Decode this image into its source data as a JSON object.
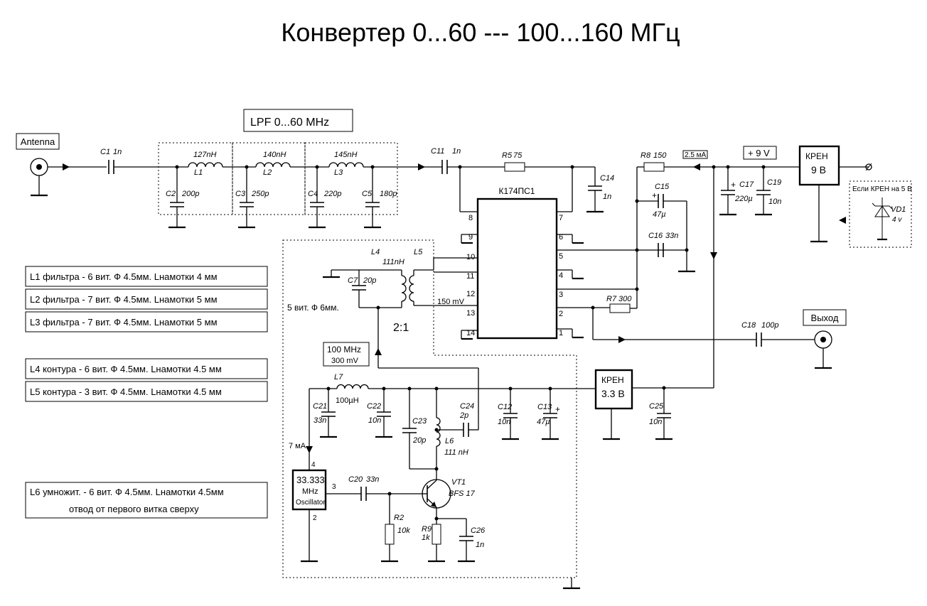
{
  "title": "Конвертер 0...60 --- 100...160 МГц",
  "antenna": "Antenna",
  "output": "Выход",
  "lpf_label": "LPF  0...60 MHz",
  "ic": "К174ПС1",
  "ic_pins": {
    "p1": "1",
    "p2": "2",
    "p3": "3",
    "p4": "4",
    "p5": "5",
    "p6": "6",
    "p7": "7",
    "p8": "8",
    "p9": "9",
    "p10": "10",
    "p11": "11",
    "p12": "12",
    "p13": "13",
    "p14": "14"
  },
  "kren9": {
    "line1": "КРЕН",
    "line2": "9 В"
  },
  "kren33": {
    "line1": "КРЕН",
    "line2": "3.3 В"
  },
  "supply": "+ 9 V",
  "current_25": "2.5 мА",
  "zener_note": "Если КРЕН на 5 В",
  "osc": {
    "freq": "33.333",
    "unit": "MHz",
    "name": "Oscillator",
    "pin4": "4",
    "pin3": "3",
    "pin2": "2"
  },
  "osc_current": "7 мА",
  "lo_box": {
    "line1": "100 MHz",
    "line2": "300 mV"
  },
  "mv150": "150 mV",
  "ratio": "2:1",
  "turns_l4": "5 вит. Ф 6мм.",
  "parts": {
    "c1": "C1",
    "c1v": "1n",
    "l1": "L1",
    "l1v": "127nH",
    "l2": "L2",
    "l2v": "140nH",
    "l3": "L3",
    "l3v": "145nH",
    "c2": "C2",
    "c2v": "200p",
    "c3": "C3",
    "c3v": "250p",
    "c4": "C4",
    "c4v": "220p",
    "c5": "C5",
    "c5v": "180p",
    "c11": "C11",
    "c11v": "1n",
    "r5": "R5",
    "r5v": "75",
    "c14": "C14",
    "c14v": "1n",
    "r8": "R8",
    "r8v": "150",
    "c15": "C15",
    "c15v": "47µ",
    "c16": "C16",
    "c16v": "33n",
    "c17": "C17",
    "c17v": "220µ",
    "c19": "C19",
    "c19v": "10n",
    "vd1": "VD1",
    "vd1v": "4 v",
    "r7": "R7",
    "r7v": "300",
    "c18": "C18",
    "c18v": "100p",
    "l4": "L4",
    "l5": "L5",
    "l45v": "111nH",
    "c7": "C7",
    "c7v": "20p",
    "l7": "L7",
    "l7v": "100µH",
    "c21": "C21",
    "c21v": "33n",
    "c22": "C22",
    "c22v": "10n",
    "c23": "C23",
    "c23v": "20p",
    "c24": "C24",
    "c24v": "2p",
    "l6": "L6",
    "l6v": "111 nH",
    "c12": "C12",
    "c12v": "10n",
    "c13": "C13",
    "c13v": "47µ",
    "c25": "C25",
    "c25v": "10n",
    "c20": "C20",
    "c20v": "33n",
    "vt1": "VT1",
    "vt1v": "BFS 17",
    "r2": "R2",
    "r2v": "10k",
    "r9": "R9",
    "r9v": "1k",
    "c26": "C26",
    "c26v": "1n"
  },
  "notes": [
    "L1 фильтра - 6 вит. Ф 4.5мм. Lнамотки 4 мм",
    "L2 фильтра - 7 вит. Ф 4.5мм. Lнамотки 5 мм",
    "L3 фильтра - 7 вит. Ф 4.5мм. Lнамотки 5 мм",
    "L4 контура - 6 вит. Ф 4.5мм. Lнамотки 4.5 мм",
    "L5 контура - 3 вит. Ф 4.5мм. Lнамотки 4.5 мм"
  ],
  "note_l6": [
    "L6 умножит. - 6 вит. Ф 4.5мм. Lнамотки 4.5мм",
    "отвод от первого витка сверху"
  ]
}
